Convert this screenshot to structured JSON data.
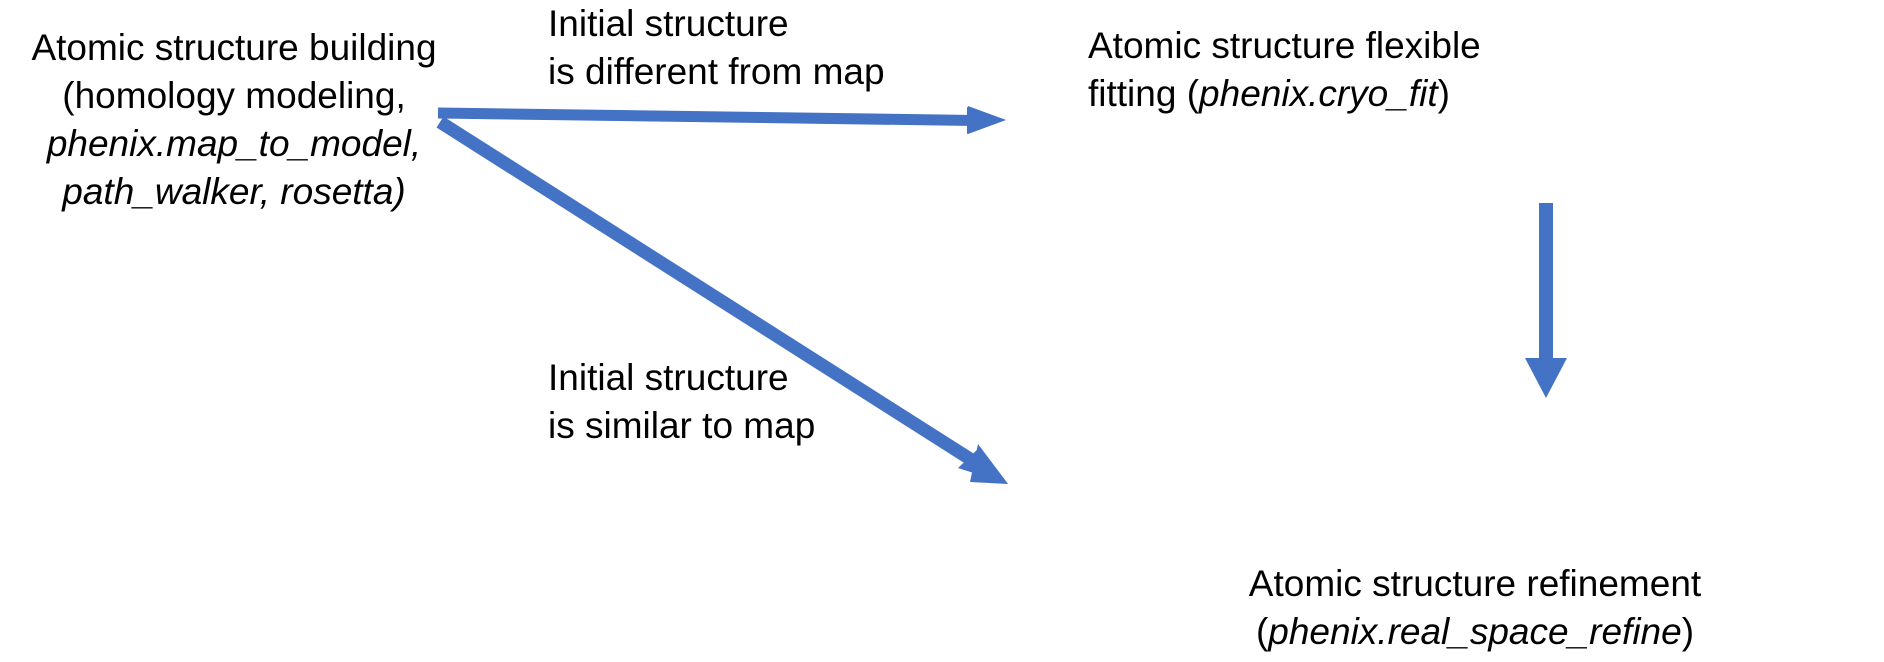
{
  "diagram": {
    "title": "Cryo-EM atomic structure workflow",
    "background_color": "#ffffff",
    "arrow_color": "#4472C4",
    "text_color": "#000000",
    "nodes": {
      "building": {
        "line1": "Atomic structure building",
        "line2": "(homology modeling,",
        "line3": "phenix.map_to_model,",
        "line4": "path_walker, rosetta)"
      },
      "flexible_fitting": {
        "line1": "Atomic structure flexible",
        "line2_prefix": "fitting (",
        "line2_italic": "phenix.cryo_fit",
        "line2_suffix": ")"
      },
      "refinement": {
        "line1": "Atomic structure refinement",
        "line2_prefix": "(",
        "line2_italic": "phenix.real_space_refine",
        "line2_suffix": ")"
      }
    },
    "edge_labels": {
      "different": {
        "line1": "Initial structure",
        "line2": "is different from map"
      },
      "similar": {
        "line1": "Initial structure",
        "line2": "is similar to map"
      }
    },
    "arrows": [
      {
        "name": "building-to-flexible-fitting",
        "from": "Atomic structure building",
        "to": "Atomic structure flexible fitting (phenix.cryo_fit)",
        "direction": "right"
      },
      {
        "name": "building-to-refinement",
        "from": "Atomic structure building",
        "to": "Atomic structure refinement (phenix.real_space_refine)",
        "direction": "down-right"
      },
      {
        "name": "flexible-fitting-to-refinement",
        "from": "Atomic structure flexible fitting (phenix.cryo_fit)",
        "to": "Atomic structure refinement (phenix.real_space_refine)",
        "direction": "down"
      }
    ]
  }
}
